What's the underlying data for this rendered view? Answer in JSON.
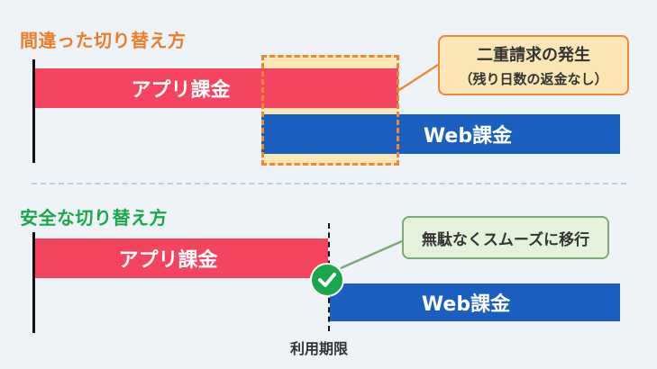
{
  "colors": {
    "background": "#eef3f7",
    "wrong_heading": "#ea7e2a",
    "safe_heading": "#1aa64b",
    "app_bar": "#f4445f",
    "web_bar": "#1a5fc0",
    "warn_fill": "#fbe7b5",
    "warn_border": "#ea8a35",
    "ok_fill": "#e4f2dc",
    "ok_border": "#7fa87a",
    "check": "#1aa64b"
  },
  "wrong": {
    "heading": "間違った切り替え方",
    "app_bar_label": "アプリ課金",
    "web_bar_label": "Web課金",
    "callout_title": "二重請求の発生",
    "callout_note": "（残り日数の返金なし）"
  },
  "safe": {
    "heading": "安全な切り替え方",
    "app_bar_label": "アプリ課金",
    "web_bar_label": "Web課金",
    "callout_title": "無駄なくスムーズに移行",
    "deadline_label": "利用期限",
    "check_icon": "checkmark-icon"
  }
}
